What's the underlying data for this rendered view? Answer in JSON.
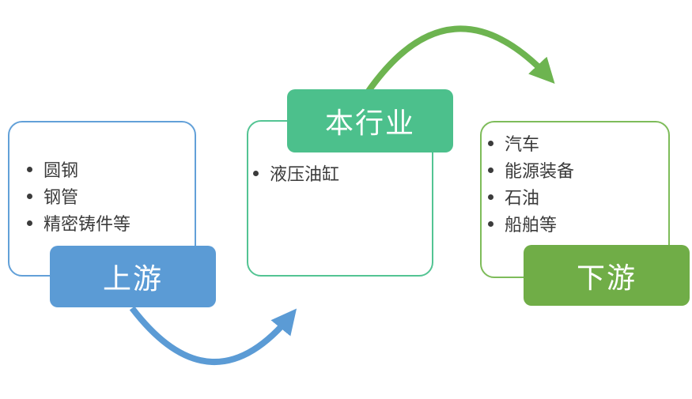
{
  "diagram": {
    "type": "industry-chain-flow",
    "nodes": [
      {
        "id": "upstream",
        "label": "上游",
        "items": [
          "圆钢",
          "钢管",
          "精密铸件等"
        ]
      },
      {
        "id": "industry",
        "label": "本行业",
        "items": [
          "液压油缸"
        ]
      },
      {
        "id": "downstream",
        "label": "下游",
        "items": [
          "汽车",
          "能源装备",
          "石油",
          "船舶等"
        ]
      }
    ],
    "arrows": [
      {
        "name": "upstream-to-industry",
        "color": "#5B9BD5",
        "shape": "curved-up-right"
      },
      {
        "name": "industry-to-downstream",
        "color": "#6DB450",
        "shape": "curved-over-right"
      }
    ],
    "colors": {
      "blue": "#5B9BD5",
      "teal": "#4CC08C",
      "green": "#70AD47",
      "text": "#3B3B3B",
      "background": "#FFFFFF"
    }
  }
}
